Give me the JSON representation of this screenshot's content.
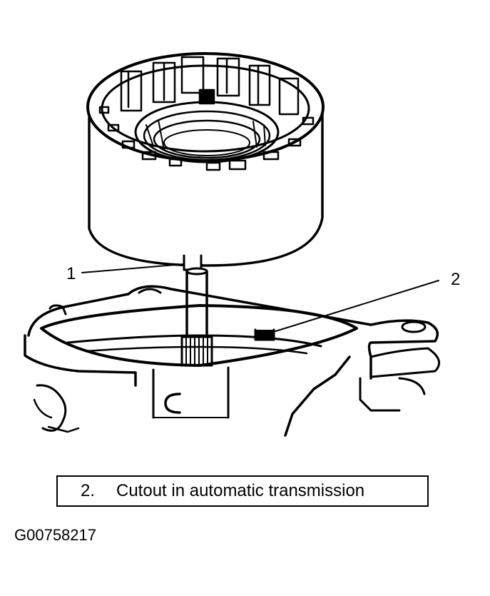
{
  "callouts": [
    {
      "number": "1"
    },
    {
      "number": "2"
    }
  ],
  "legend": {
    "number": "2.",
    "text": "Cutout in automatic transmission"
  },
  "figure_id": "G00758217",
  "colors": {
    "ink": "#000000",
    "paper": "#ffffff"
  }
}
